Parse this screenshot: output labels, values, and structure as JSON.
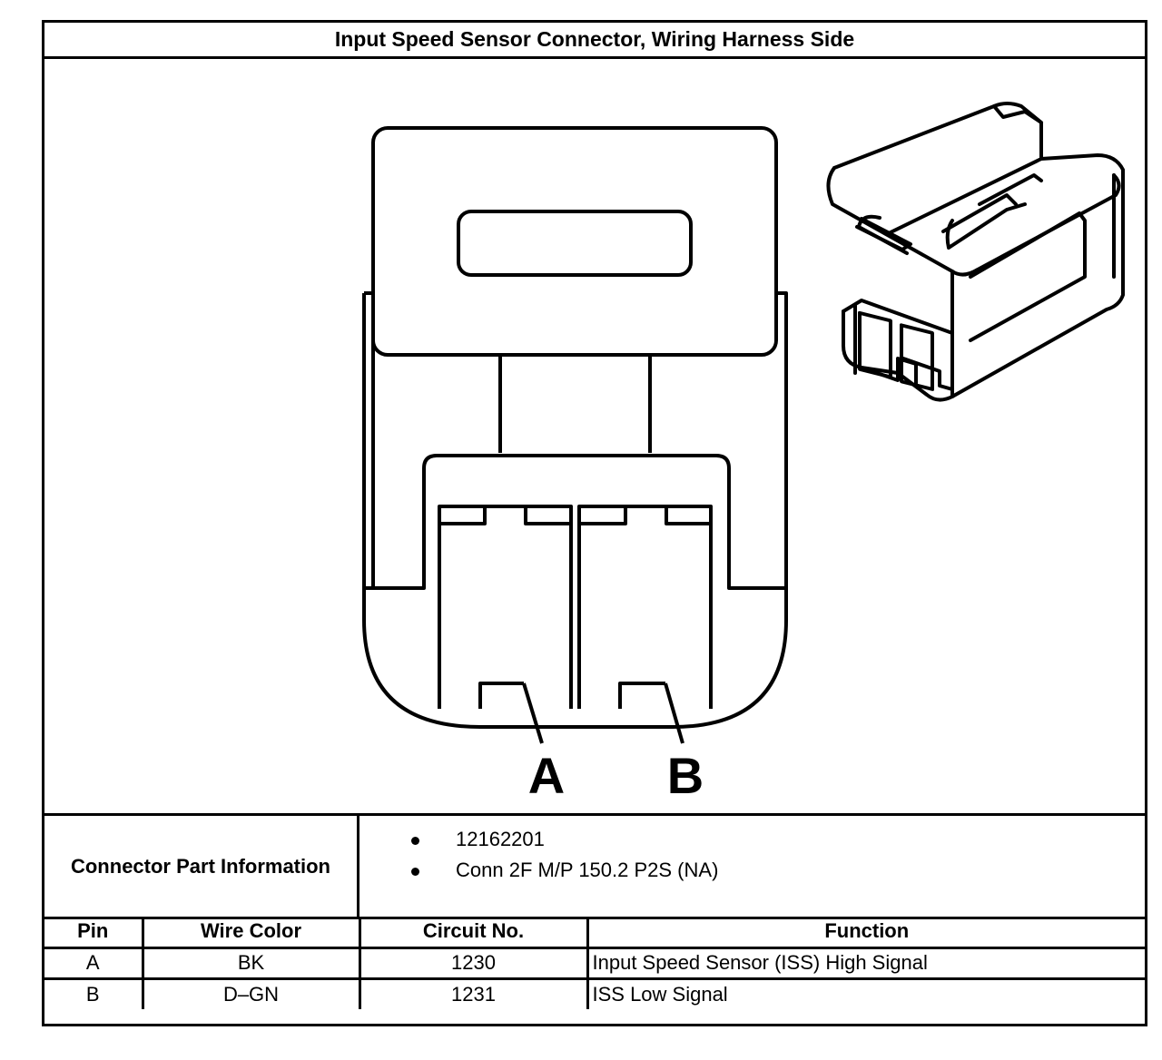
{
  "title": "Input Speed Sensor Connector, Wiring Harness Side",
  "diagram": {
    "pin_labels": [
      "A",
      "B"
    ]
  },
  "connector_info": {
    "label": "Connector Part Information",
    "items": [
      "12162201",
      "Conn 2F M/P 150.2 P2S (NA)"
    ]
  },
  "pin_table": {
    "headers": [
      "Pin",
      "Wire Color",
      "Circuit No.",
      "Function"
    ],
    "rows": [
      {
        "pin": "A",
        "wire_color": "BK",
        "circuit": "1230",
        "function": "Input Speed Sensor (ISS) High Signal"
      },
      {
        "pin": "B",
        "wire_color": "D–GN",
        "circuit": "1231",
        "function": "ISS Low Signal"
      }
    ]
  }
}
